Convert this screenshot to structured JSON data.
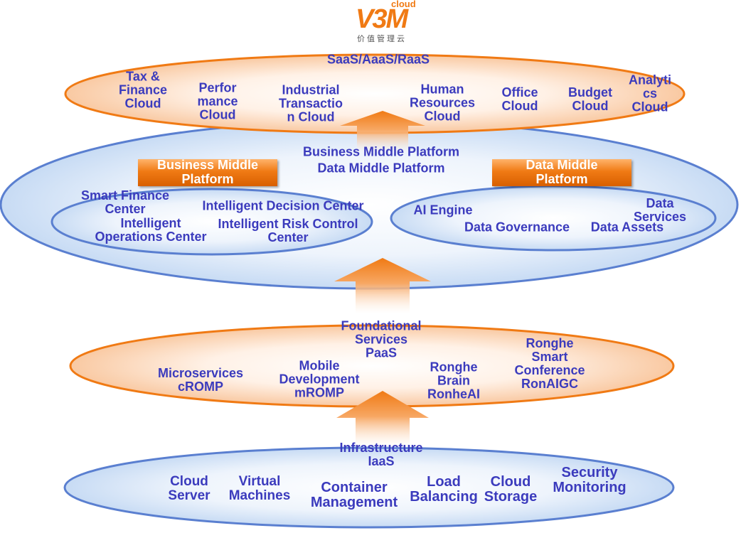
{
  "logo": {
    "mark": "V3M",
    "superscript": "cloud",
    "tagline": "价值管理云"
  },
  "colors": {
    "text": "#3b3bbd",
    "orange": "#f07a14",
    "blue": "#5a7fd0"
  },
  "saas": {
    "title": "SaaS/AaaS/RaaS",
    "items": [
      "Tax &\nFinance\nCloud",
      "Perfor\nmance\nCloud",
      "Industrial\nTransactio\nn Cloud",
      "Human\nResources\nCloud",
      "Office\nCloud",
      "Budget\nCloud",
      "Analyti\ncs\nCloud"
    ]
  },
  "middle": {
    "title_line1": "Business Middle Platform",
    "title_line2": "Data Middle Platform",
    "business_badge": "Business Middle\nPlatform",
    "data_badge": "Data Middle\nPlatform",
    "business_items": [
      "Smart Finance\nCenter",
      "Intelligent Decision Center",
      "Intelligent\nOperations Center",
      "Intelligent Risk Control\nCenter"
    ],
    "data_items": [
      "AI Engine",
      "Data Services",
      "Data Governance",
      "Data Assets"
    ]
  },
  "paas": {
    "title": "Foundational\nServices\nPaaS",
    "items": [
      "Microservices\ncROMP",
      "Mobile\nDevelopment\nmROMP",
      "Ronghe\nBrain\nRonheAI",
      "Ronghe\nSmart\nConference\nRonAIGC"
    ]
  },
  "iaas": {
    "title": "Infrastructure\nIaaS",
    "items": [
      "Cloud\nServer",
      "Virtual\nMachines",
      "Container\nManagement",
      "Load\nBalancing",
      "Cloud\nStorage",
      "Security\nMonitoring"
    ]
  }
}
